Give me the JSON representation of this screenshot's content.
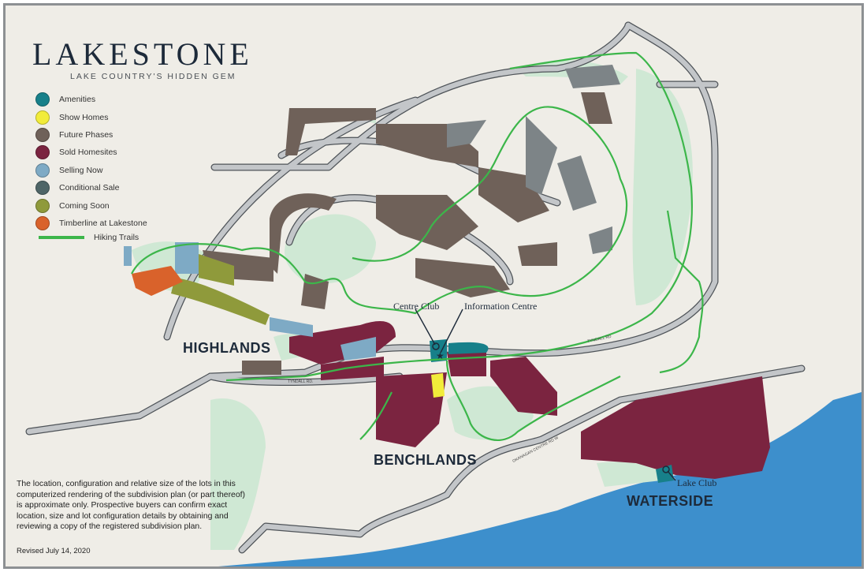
{
  "header": {
    "title": "LAKESTONE",
    "subtitle": "LAKE COUNTRY'S HIDDEN GEM"
  },
  "legend": {
    "items": [
      {
        "label": "Amenities",
        "color": "#17808a"
      },
      {
        "label": "Show Homes",
        "color": "#f2ec3a"
      },
      {
        "label": "Future Phases",
        "color": "#6f6159"
      },
      {
        "label": "Sold Homesites",
        "color": "#7b2440"
      },
      {
        "label": "Selling Now",
        "color": "#7eaac5"
      },
      {
        "label": "Conditional Sale",
        "color": "#4e6567"
      },
      {
        "label": "Coming Soon",
        "color": "#8f9a3b"
      },
      {
        "label": "Timberline at Lakestone",
        "color": "#d9622b"
      }
    ],
    "trail": {
      "label": "Hiking Trails",
      "color": "#3cb64a"
    }
  },
  "areas": {
    "highlands": "HIGHLANDS",
    "benchlands": "BENCHLANDS",
    "waterside": "WATERSIDE"
  },
  "callouts": {
    "centre_club": "Centre Club",
    "information_centre": "Information Centre",
    "lake_club": "Lake Club"
  },
  "roads": {
    "tyndall_1": "TYNDALL RD.",
    "tyndall_2": "TYNDALL RD",
    "okanagan": "OKANAGAN CENTRE RD W"
  },
  "disclaimer": "The location, configuration and relative size of the lots in this computerized rendering of the subdivision plan (or part thereof) is approximate only.  Prospective buyers can confirm exact location, size and lot configuration details by obtaining and reviewing a copy of the registered subdivision plan.",
  "revised": "Revised July 14, 2020",
  "colors": {
    "background": "#efede7",
    "water": "#3d8fcc",
    "greenspace": "#cfe8d4",
    "road": "#c3c6c9",
    "trail": "#3cb64a"
  }
}
